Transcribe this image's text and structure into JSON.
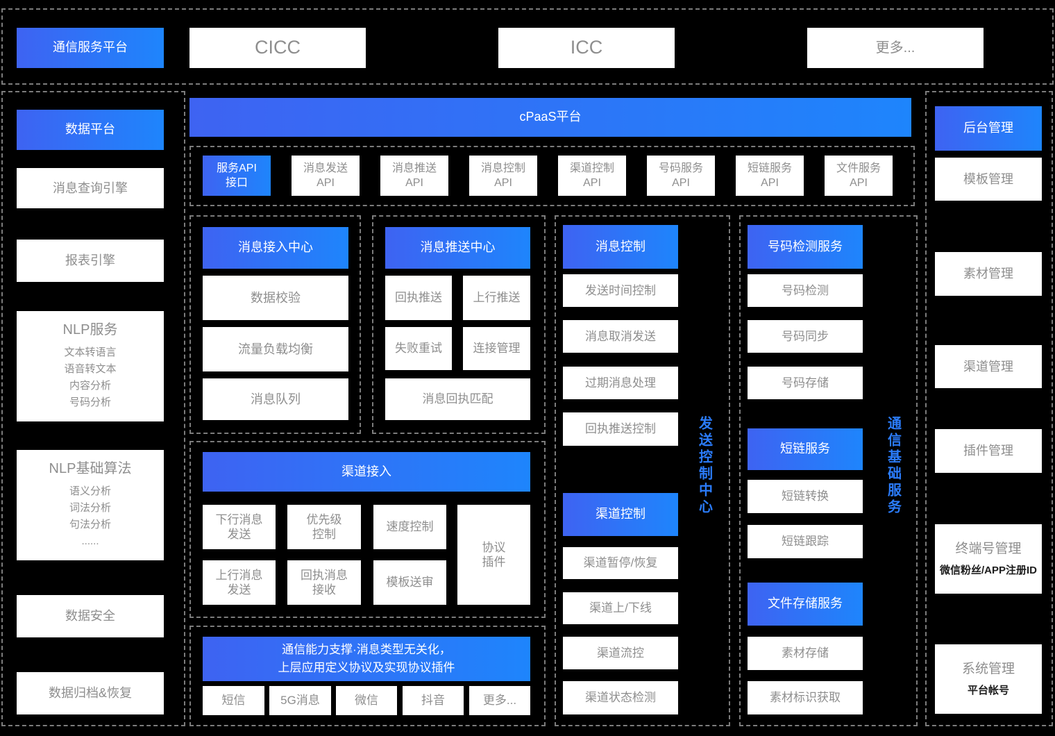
{
  "top": {
    "platform": "通信服务平台",
    "cicc": "CICC",
    "icc": "ICC",
    "more": "更多..."
  },
  "left": {
    "header": "数据平台",
    "query_engine": "消息查询引擎",
    "report_engine": "报表引擎",
    "nlp_service": {
      "title": "NLP服务",
      "items": [
        "文本转语言",
        "语音转文本",
        "内容分析",
        "号码分析"
      ]
    },
    "nlp_algorithm": {
      "title": "NLP基础算法",
      "items": [
        "语义分析",
        "词法分析",
        "句法分析",
        "......"
      ]
    },
    "data_security": "数据安全",
    "data_archive": "数据归档&恢复"
  },
  "cpaas": {
    "title": "cPaaS平台"
  },
  "api": {
    "items": [
      "服务API\n接口",
      "消息发送\nAPI",
      "消息推送\nAPI",
      "消息控制\nAPI",
      "渠道控制\nAPI",
      "号码服务\nAPI",
      "短链服务\nAPI",
      "文件服务\nAPI"
    ]
  },
  "access": {
    "title": "消息接入中心",
    "items": [
      "数据校验",
      "流量负载均衡",
      "消息队列"
    ]
  },
  "push": {
    "title": "消息推送中心",
    "items": [
      "回执推送",
      "上行推送",
      "失败重试",
      "连接管理",
      "消息回执匹配"
    ]
  },
  "channel_access": {
    "title": "渠道接入",
    "items": [
      "下行消息\n发送",
      "优先级\n控制",
      "速度控制",
      "上行消息\n发送",
      "回执消息\n接收",
      "模板送审",
      "协议\n插件"
    ]
  },
  "capability": {
    "title": "通信能力支撑·消息类型无关化，\n上层应用定义协议及实现协议插件",
    "channels": [
      "短信",
      "5G消息",
      "微信",
      "抖音",
      "更多..."
    ]
  },
  "send_control": {
    "vertical": "发送控制中心",
    "message": {
      "title": "消息控制",
      "items": [
        "发送时间控制",
        "消息取消发送",
        "过期消息处理",
        "回执推送控制"
      ]
    },
    "channel": {
      "title": "渠道控制",
      "items": [
        "渠道暂停/恢复",
        "渠道上/下线",
        "渠道流控",
        "渠道状态检测"
      ]
    }
  },
  "base": {
    "vertical": "通信基础服务",
    "number": {
      "title": "号码检测服务",
      "items": [
        "号码检测",
        "号码同步",
        "号码存储"
      ]
    },
    "shortlink": {
      "title": "短链服务",
      "items": [
        "短链转换",
        "短链跟踪"
      ]
    },
    "file": {
      "title": "文件存储服务",
      "items": [
        "素材存储",
        "素材标识获取"
      ]
    }
  },
  "admin": {
    "header": "后台管理",
    "items": [
      "模板管理",
      "素材管理",
      "渠道管理",
      "插件管理"
    ],
    "terminal": {
      "title": "终端号管理",
      "sub": "微信粉丝/APP注册ID"
    },
    "system": {
      "title": "系统管理",
      "sub": "平台帐号"
    }
  },
  "colors": {
    "background": "#000000",
    "accent_gradient_start": "#3e63f2",
    "accent_gradient_end": "#1e85fc",
    "vertical_label_blue": "#2b7cfb",
    "box_text_gray": "#8e8e8e",
    "dashed_border": "#7c7c7c"
  }
}
